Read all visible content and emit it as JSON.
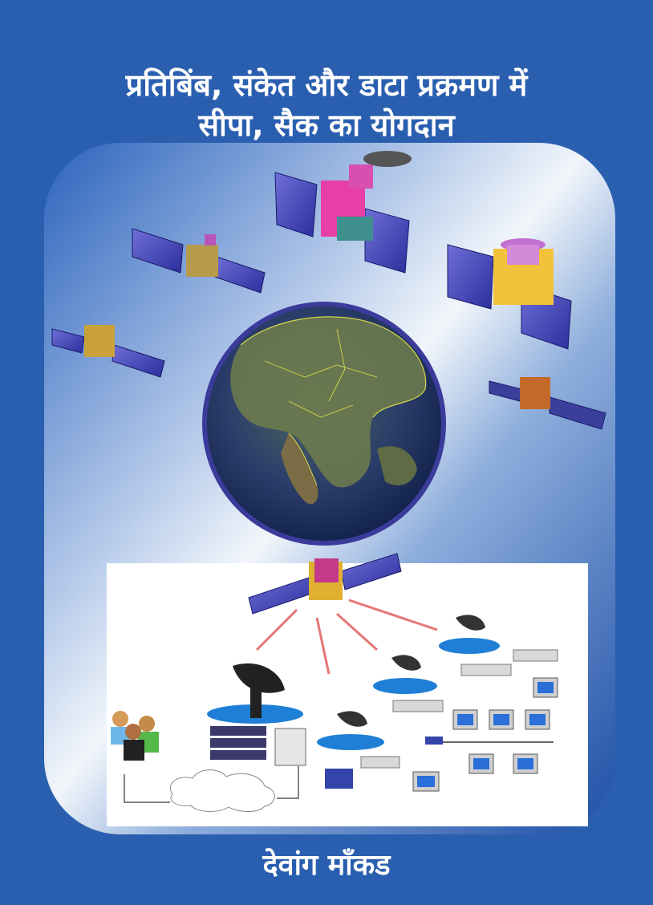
{
  "cover": {
    "title_line1": "प्रतिबिंब, संकेत और डाटा प्रक्रमण में",
    "title_line2": "सीपा, सैक का योगदान",
    "author": "देवांग माँकड"
  },
  "colors": {
    "background": "#2a5fb0",
    "panel_sky": "#1f52a8",
    "network_panel": "#ffffff",
    "signal_lines": "#e05555",
    "dish_pad": "#1f7fd6"
  },
  "illustration": {
    "subjects": [
      "satellite-icon",
      "globe-icon",
      "dish-antenna-icon",
      "server-rack-icon",
      "computer-icon",
      "network-switch-icon",
      "users-icon",
      "cloud-icon"
    ]
  }
}
